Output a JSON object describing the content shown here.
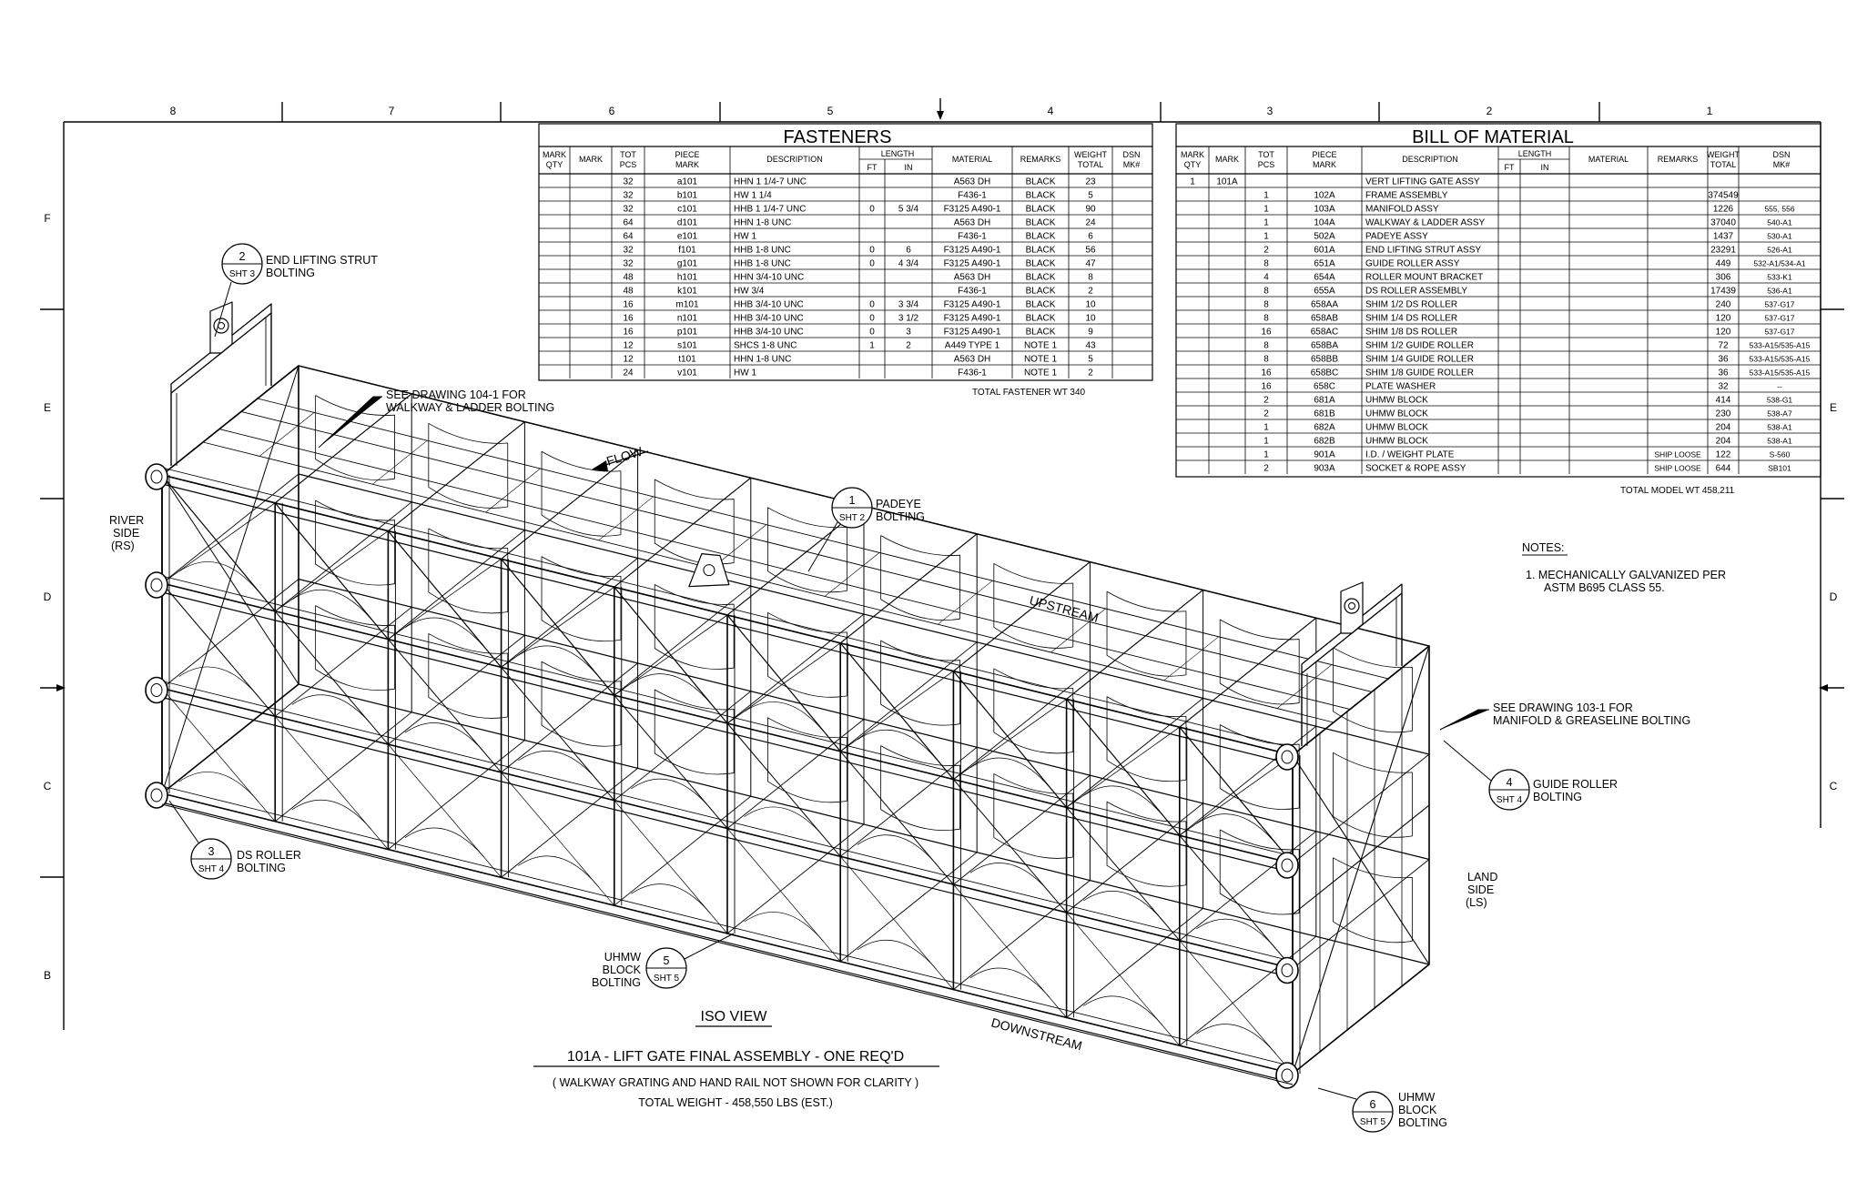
{
  "border": {
    "columns": [
      "8",
      "7",
      "6",
      "5",
      "4",
      "3",
      "2",
      "1"
    ],
    "rows": [
      "F",
      "E",
      "D",
      "C",
      "B"
    ]
  },
  "fasteners": {
    "title": "FASTENERS",
    "headers": [
      "MARK QTY",
      "MARK",
      "TOT PCS",
      "PIECE MARK",
      "DESCRIPTION",
      "LENGTH",
      "MATERIAL",
      "REMARKS",
      "WEIGHT TOTAL",
      "DSN MK#"
    ],
    "length_sub": [
      "FT",
      "IN"
    ],
    "rows": [
      [
        "",
        "",
        "32",
        "a101",
        "HHN 1 1/4-7 UNC",
        "",
        "",
        "A563 DH",
        "BLACK",
        "23",
        ""
      ],
      [
        "",
        "",
        "32",
        "b101",
        "HW 1 1/4",
        "",
        "",
        "F436-1",
        "BLACK",
        "5",
        ""
      ],
      [
        "",
        "",
        "32",
        "c101",
        "HHB 1 1/4-7 UNC",
        "0",
        "5 3/4",
        "F3125 A490-1",
        "BLACK",
        "90",
        ""
      ],
      [
        "",
        "",
        "64",
        "d101",
        "HHN 1-8 UNC",
        "",
        "",
        "A563 DH",
        "BLACK",
        "24",
        ""
      ],
      [
        "",
        "",
        "64",
        "e101",
        "HW 1",
        "",
        "",
        "F436-1",
        "BLACK",
        "6",
        ""
      ],
      [
        "",
        "",
        "32",
        "f101",
        "HHB 1-8 UNC",
        "0",
        "6",
        "F3125 A490-1",
        "BLACK",
        "56",
        ""
      ],
      [
        "",
        "",
        "32",
        "g101",
        "HHB 1-8 UNC",
        "0",
        "4 3/4",
        "F3125 A490-1",
        "BLACK",
        "47",
        ""
      ],
      [
        "",
        "",
        "48",
        "h101",
        "HHN 3/4-10 UNC",
        "",
        "",
        "A563 DH",
        "BLACK",
        "8",
        ""
      ],
      [
        "",
        "",
        "48",
        "k101",
        "HW 3/4",
        "",
        "",
        "F436-1",
        "BLACK",
        "2",
        ""
      ],
      [
        "",
        "",
        "16",
        "m101",
        "HHB 3/4-10 UNC",
        "0",
        "3 3/4",
        "F3125 A490-1",
        "BLACK",
        "10",
        ""
      ],
      [
        "",
        "",
        "16",
        "n101",
        "HHB 3/4-10 UNC",
        "0",
        "3 1/2",
        "F3125 A490-1",
        "BLACK",
        "10",
        ""
      ],
      [
        "",
        "",
        "16",
        "p101",
        "HHB 3/4-10 UNC",
        "0",
        "3",
        "F3125 A490-1",
        "BLACK",
        "9",
        ""
      ],
      [
        "",
        "",
        "12",
        "s101",
        "SHCS 1-8 UNC",
        "1",
        "2",
        "A449 TYPE 1",
        "NOTE 1",
        "43",
        ""
      ],
      [
        "",
        "",
        "12",
        "t101",
        "HHN 1-8 UNC",
        "",
        "",
        "A563 DH",
        "NOTE 1",
        "5",
        ""
      ],
      [
        "",
        "",
        "24",
        "v101",
        "HW 1",
        "",
        "",
        "F436-1",
        "NOTE 1",
        "2",
        ""
      ]
    ],
    "total": "TOTAL FASTENER WT   340"
  },
  "bom": {
    "title": "BILL  OF  MATERIAL",
    "headers": [
      "MARK QTY",
      "MARK",
      "TOT PCS",
      "PIECE MARK",
      "DESCRIPTION",
      "LENGTH",
      "MATERIAL",
      "REMARKS",
      "WEIGHT TOTAL",
      "DSN MK#"
    ],
    "length_sub": [
      "FT",
      "IN"
    ],
    "rows": [
      [
        "1",
        "101A",
        "",
        "",
        "VERT LIFTING GATE ASSY",
        "",
        "",
        "",
        "",
        "",
        ""
      ],
      [
        "",
        "",
        "1",
        "102A",
        "FRAME ASSEMBLY",
        "",
        "",
        "",
        "",
        "374549",
        ""
      ],
      [
        "",
        "",
        "1",
        "103A",
        "MANIFOLD ASSY",
        "",
        "",
        "",
        "",
        "1226",
        "555, 556"
      ],
      [
        "",
        "",
        "1",
        "104A",
        "WALKWAY & LADDER ASSY",
        "",
        "",
        "",
        "",
        "37040",
        "540-A1"
      ],
      [
        "",
        "",
        "1",
        "502A",
        "PADEYE ASSY",
        "",
        "",
        "",
        "",
        "1437",
        "530-A1"
      ],
      [
        "",
        "",
        "2",
        "601A",
        "END LIFTING STRUT ASSY",
        "",
        "",
        "",
        "",
        "23291",
        "526-A1"
      ],
      [
        "",
        "",
        "8",
        "651A",
        "GUIDE ROLLER ASSY",
        "",
        "",
        "",
        "",
        "449",
        "532-A1/534-A1"
      ],
      [
        "",
        "",
        "4",
        "654A",
        "ROLLER MOUNT BRACKET",
        "",
        "",
        "",
        "",
        "306",
        "533-K1"
      ],
      [
        "",
        "",
        "8",
        "655A",
        "DS ROLLER ASSEMBLY",
        "",
        "",
        "",
        "",
        "17439",
        "536-A1"
      ],
      [
        "",
        "",
        "8",
        "658AA",
        "SHIM 1/2 DS ROLLER",
        "",
        "",
        "",
        "",
        "240",
        "537-G17"
      ],
      [
        "",
        "",
        "8",
        "658AB",
        "SHIM 1/4 DS ROLLER",
        "",
        "",
        "",
        "",
        "120",
        "537-G17"
      ],
      [
        "",
        "",
        "16",
        "658AC",
        "SHIM 1/8 DS ROLLER",
        "",
        "",
        "",
        "",
        "120",
        "537-G17"
      ],
      [
        "",
        "",
        "8",
        "658BA",
        "SHIM 1/2 GUIDE ROLLER",
        "",
        "",
        "",
        "",
        "72",
        "533-A15/535-A15"
      ],
      [
        "",
        "",
        "8",
        "658BB",
        "SHIM 1/4 GUIDE ROLLER",
        "",
        "",
        "",
        "",
        "36",
        "533-A15/535-A15"
      ],
      [
        "",
        "",
        "16",
        "658BC",
        "SHIM 1/8 GUIDE ROLLER",
        "",
        "",
        "",
        "",
        "36",
        "533-A15/535-A15"
      ],
      [
        "",
        "",
        "16",
        "658C",
        "PLATE WASHER",
        "",
        "",
        "",
        "",
        "32",
        "--"
      ],
      [
        "",
        "",
        "2",
        "681A",
        "UHMW BLOCK",
        "",
        "",
        "",
        "",
        "414",
        "538-G1"
      ],
      [
        "",
        "",
        "2",
        "681B",
        "UHMW BLOCK",
        "",
        "",
        "",
        "",
        "230",
        "538-A7"
      ],
      [
        "",
        "",
        "1",
        "682A",
        "UHMW BLOCK",
        "",
        "",
        "",
        "",
        "204",
        "538-A1"
      ],
      [
        "",
        "",
        "1",
        "682B",
        "UHMW BLOCK",
        "",
        "",
        "",
        "",
        "204",
        "538-A1"
      ],
      [
        "",
        "",
        "1",
        "901A",
        "I.D. / WEIGHT PLATE",
        "",
        "",
        "",
        "SHIP LOOSE",
        "122",
        "S-560"
      ],
      [
        "",
        "",
        "2",
        "903A",
        "SOCKET & ROPE ASSY",
        "",
        "",
        "",
        "SHIP LOOSE",
        "644",
        "SB101"
      ]
    ],
    "total": "TOTAL MODEL WT  458,211"
  },
  "notes": {
    "heading": "NOTES:",
    "line1": "1.  MECHANICALLY  GALVANIZED  PER",
    "line2": "ASTM  B695  CLASS  55."
  },
  "callouts": {
    "c2": {
      "num": "2",
      "sht": "SHT 3",
      "line1": "END LIFTING STRUT",
      "line2": "BOLTING"
    },
    "c1": {
      "num": "1",
      "sht": "SHT 2",
      "line1": "PADEYE",
      "line2": "BOLTING"
    },
    "c3": {
      "num": "3",
      "sht": "SHT 4",
      "line1": "DS ROLLER",
      "line2": "BOLTING"
    },
    "c4": {
      "num": "4",
      "sht": "SHT 4",
      "line1": "GUIDE ROLLER",
      "line2": "BOLTING"
    },
    "c5": {
      "num": "5",
      "sht": "SHT 5",
      "line1": "UHMW",
      "line2": "BLOCK",
      "line3": "BOLTING"
    },
    "c6": {
      "num": "6",
      "sht": "SHT 5",
      "line1": "UHMW",
      "line2": "BLOCK",
      "line3": "BOLTING"
    }
  },
  "labels": {
    "see104_1": "SEE DRAWING 104-1 FOR",
    "see104_2": "WALKWAY & LADDER BOLTING",
    "see103_1": "SEE DRAWING 103-1 FOR",
    "see103_2": "MANIFOLD & GREASELINE BOLTING",
    "flow": "FLOW",
    "upstream": "UPSTREAM",
    "downstream": "DOWNSTREAM",
    "river1": "RIVER",
    "river2": "SIDE",
    "river3": "(RS)",
    "land1": "LAND",
    "land2": "SIDE",
    "land3": "(LS)"
  },
  "title_block": {
    "view": "ISO VIEW",
    "title": "101A  -  LIFT GATE FINAL ASSEMBLY  -  ONE REQ'D",
    "note": "( WALKWAY GRATING AND HAND RAIL NOT SHOWN FOR CLARITY )",
    "weight": "TOTAL WEIGHT  -  458,550 LBS (EST.)"
  }
}
